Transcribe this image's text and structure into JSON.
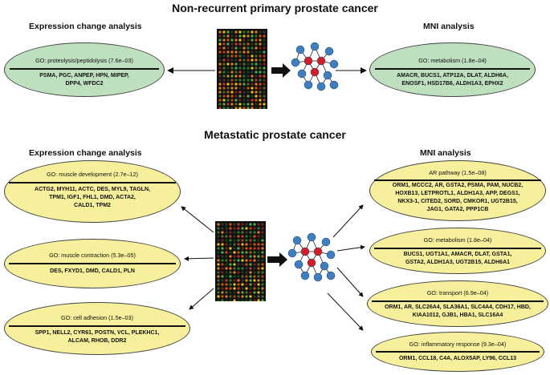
{
  "titles": {
    "top": "Non-recurrent primary prostate cancer",
    "bottom": "Metastatic prostate cancer"
  },
  "subtitles": {
    "expression": "Expression change analysis",
    "mni": "MNI analysis"
  },
  "top": {
    "expression": {
      "go": "GO: proteolysis/peptidolysis (7.6e–03)",
      "genes": [
        "PSMA, PGC, ANPEP, HPN, MIPEP,",
        "DPP4, WFDC2"
      ]
    },
    "mni": {
      "go": "GO: metabolism (1.8e–04)",
      "genes": [
        "AMACR, BUCS1, ATP12A, DLAT, ALDH6A,",
        "ENOSF1, HSD17B6, ALDH1A3, EPHX2"
      ]
    }
  },
  "bottom": {
    "expression": [
      {
        "go": "GO: muscle development (2.7e–12)",
        "genes": [
          "ACTG2, MYH11, ACTC, DES, MYL9, TAGLN,",
          "TPM1, IGF1, FHL1, DMD, ACTA2,",
          "CALD1, TPM2"
        ]
      },
      {
        "go": "GO: muscle contraction (5.3e–05)",
        "genes": [
          "DES, FXYD1, DMD, CALD1, PLN"
        ]
      },
      {
        "go": "GO: cell adhesion (1.5e–03)",
        "genes": [
          "SPP1, NELL2, CYR61, POSTN, VCL, PLEKHC1,",
          "ALCAM, RHOB, DDR2"
        ]
      }
    ],
    "mni": [
      {
        "go": "AR pathway (1.5e–08)",
        "genes": [
          "ORM1, MCCC2, AR, GSTA2, PSMA, PAM, NUCB2,",
          "HOXB13, LETPROTL1, ALDH1A3, APP, DEGS1,",
          "NKX3-1, CITED2, SORD, CMKOR1, UGT2B15,",
          "JAG1, GATA2, PPP1CB"
        ]
      },
      {
        "go": "GO: metabolism (1.8e–04)",
        "genes": [
          "BUCS1, UGT1A1, AMACR, DLAT, GSTA1,",
          "GSTA2, ALDH1A3, UGT2B15, ALDH6A1"
        ]
      },
      {
        "go": "GO: transport (6.9e–04)",
        "genes": [
          "ORM1, AR, SLC26A4, SLA36A1, SLC4A4, CDH17, HBD,",
          "KIAA1012, GJB1, HBA1, SLC16A4"
        ]
      },
      {
        "go": "GO: inflammatory response (9.3e–04)",
        "genes": [
          "ORM1, CCL18, C4A, ALOX5AP, LY96, CCL13"
        ]
      }
    ]
  },
  "colors": {
    "green_fill": "#bfe0bf",
    "yellow_fill": "#f6ef9c",
    "node_blue": "#3f7fc0",
    "node_red": "#d01f2a",
    "microarray_bg": "#111111"
  },
  "icons": [
    "microarray-icon",
    "network-icon",
    "arrow-icon"
  ]
}
